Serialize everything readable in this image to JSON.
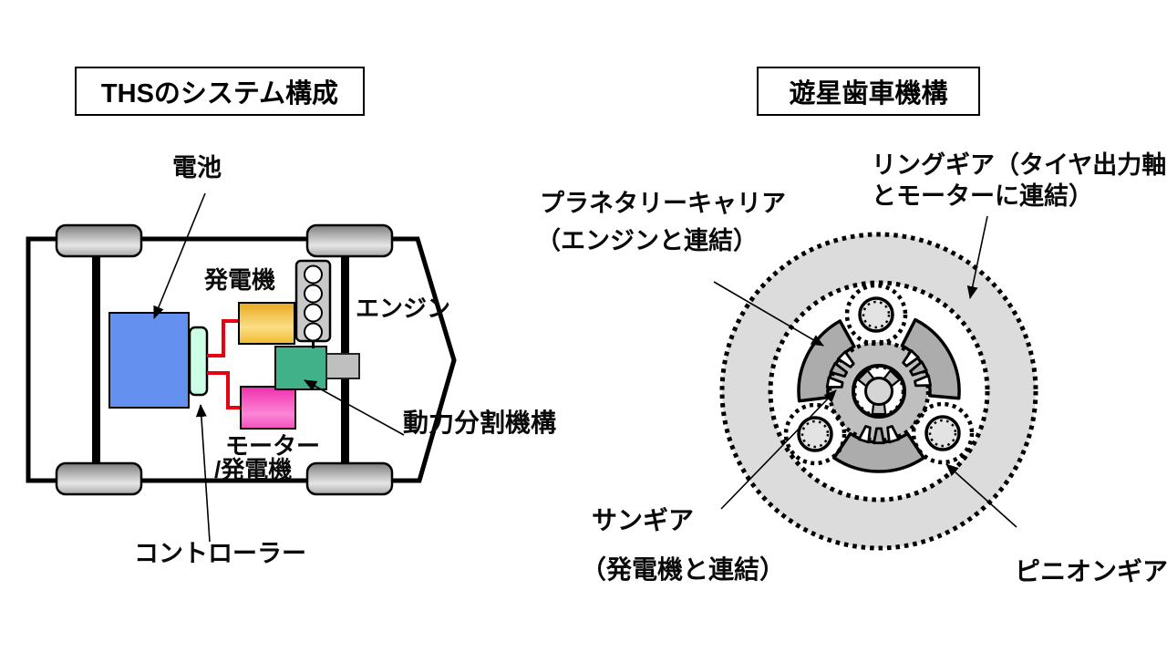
{
  "left_panel": {
    "title": "THSのシステム構成",
    "labels": {
      "battery": "電池",
      "generator": "発電機",
      "engine": "エンジン",
      "motor_line1": "モーター",
      "motor_line2": "/発電機",
      "power_split": "動力分割機構",
      "controller": "コントローラー"
    }
  },
  "right_panel": {
    "title": "遊星歯車機構",
    "labels": {
      "ring_gear_line1": "リングギア（タイヤ出力軸",
      "ring_gear_line2": "とモーターに連結）",
      "carrier_line1": "プラネタリーキャリア",
      "carrier_line2": "（エンジンと連結）",
      "sun_line1": "サンギア",
      "sun_line2": "（発電機と連結）",
      "pinion": "ピニオンギア"
    }
  },
  "colors": {
    "battery": "#6490F0",
    "controller": "#CCFFE6",
    "power_split": "#41B189",
    "wire": "#E60012",
    "generator_top": "#E9A91E",
    "generator_mid": "#FBDF86",
    "generator_bottom": "#F0B82E",
    "motor_top": "#EE2FAC",
    "motor_mid": "#FC86D5",
    "motor_bottom": "#F350BC",
    "engine_gray": "#C9C9C9",
    "connector_gray": "#BFBFBF",
    "ring_gear_fill": "#DCDCDC",
    "carrier_fill": "#ACACAC",
    "sun_bg": "#BFBFBF",
    "pinion_fill": "#E3E3E3",
    "outline": "#000000"
  }
}
